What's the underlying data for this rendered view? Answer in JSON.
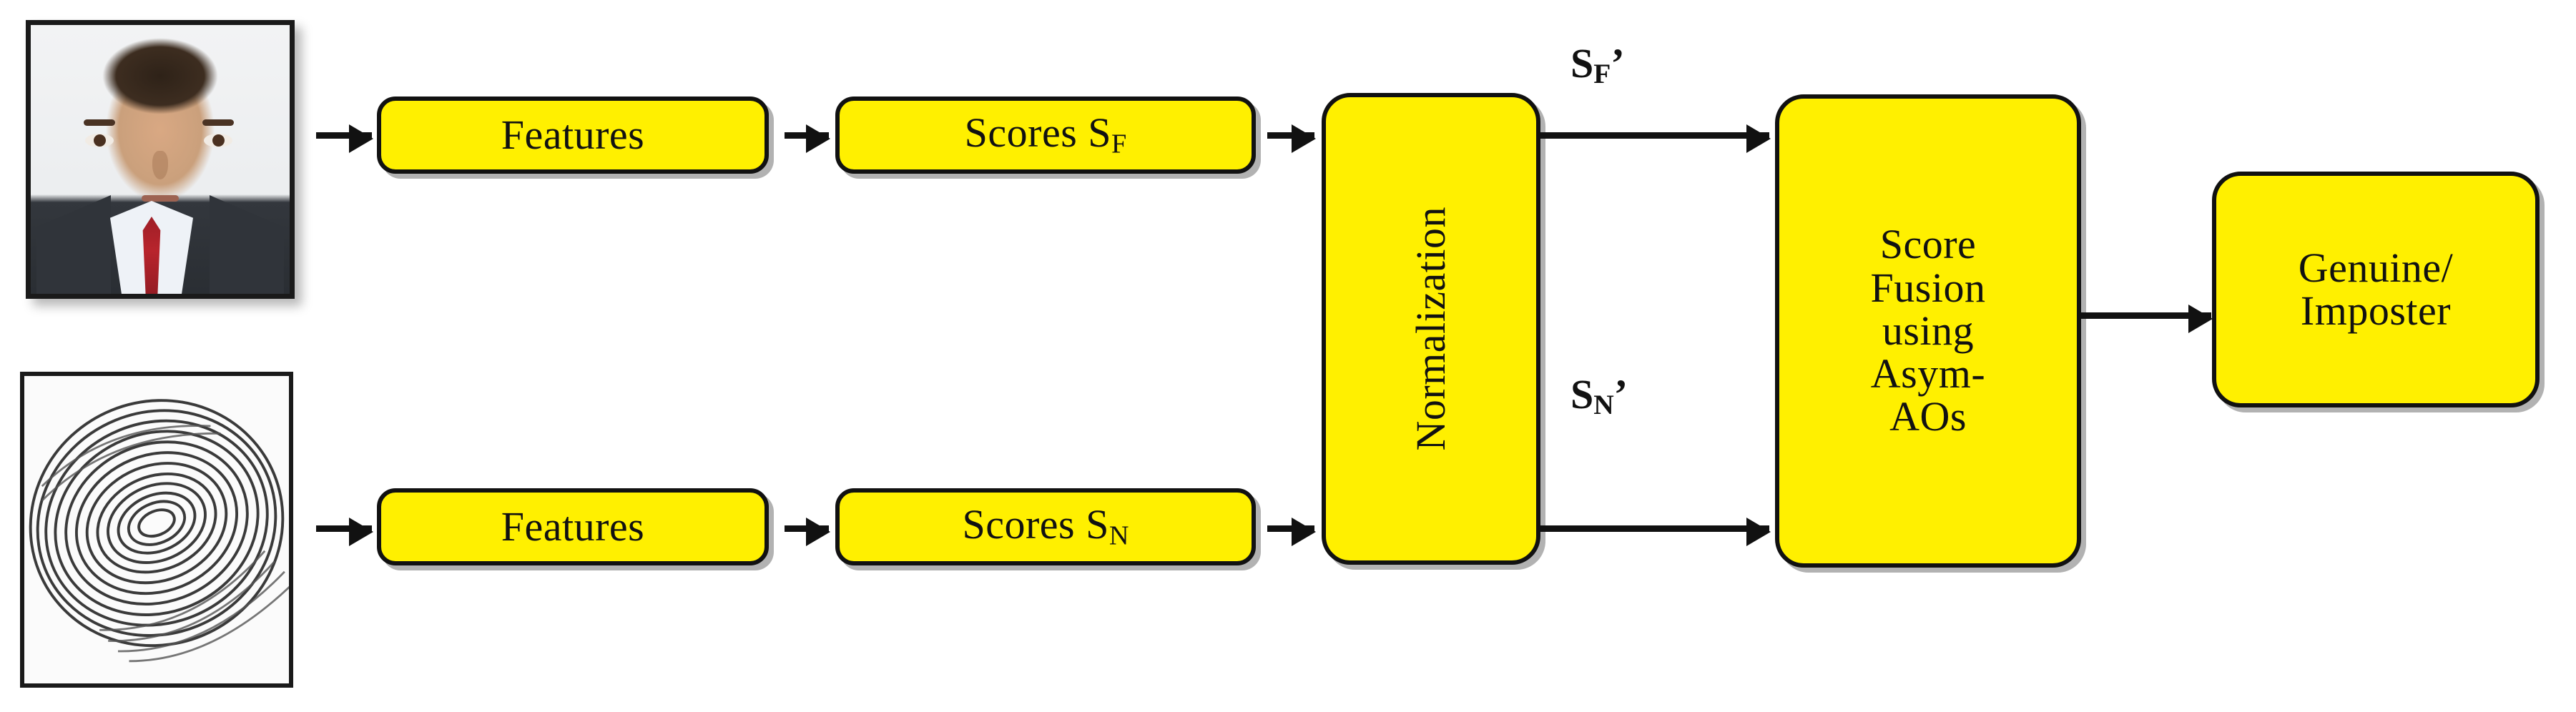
{
  "diagram": {
    "title": "Multimodal biometric score-level fusion block diagram",
    "colors": {
      "box_fill": "#FFF000",
      "box_border": "#111111",
      "arrow": "#111111",
      "background": "#FFFFFF"
    },
    "inputs": [
      {
        "id": "face-sample",
        "icon": "face-photo-icon",
        "modality": "Face"
      },
      {
        "id": "fingerprint-sample",
        "icon": "fingerprint-icon",
        "modality": "Fingerprint"
      }
    ],
    "boxes": {
      "features_top": {
        "label": "Features"
      },
      "scores_face": {
        "label": "Scores S",
        "sub": "F"
      },
      "features_bottom": {
        "label": "Features"
      },
      "scores_finger": {
        "label": "Scores S",
        "sub": "N"
      },
      "normalization": {
        "label": "Normalization"
      },
      "fusion": {
        "label": "Score\nFusion\nusing\nAsym-\nAOs"
      },
      "decision": {
        "label": "Genuine/\nImposter"
      }
    },
    "edge_labels": {
      "face_normalized": {
        "base": "S",
        "sub": "F",
        "prime": "’"
      },
      "finger_normalized": {
        "base": "S",
        "sub": "N",
        "prime": "’"
      }
    },
    "arrows": [
      {
        "id": "face-to-features",
        "from": "face-sample",
        "to": "features_top"
      },
      {
        "id": "features-to-scores-face",
        "from": "features_top",
        "to": "scores_face"
      },
      {
        "id": "scores-face-to-normalization",
        "from": "scores_face",
        "to": "normalization"
      },
      {
        "id": "normalization-to-fusion-top",
        "from": "normalization",
        "to": "fusion"
      },
      {
        "id": "fingerprint-to-features",
        "from": "fingerprint-sample",
        "to": "features_bottom"
      },
      {
        "id": "features-to-scores-finger",
        "from": "features_bottom",
        "to": "scores_finger"
      },
      {
        "id": "scores-finger-to-normalization",
        "from": "scores_finger",
        "to": "normalization"
      },
      {
        "id": "normalization-to-fusion-bottom",
        "from": "normalization",
        "to": "fusion"
      },
      {
        "id": "fusion-to-decision",
        "from": "fusion",
        "to": "decision"
      }
    ]
  }
}
